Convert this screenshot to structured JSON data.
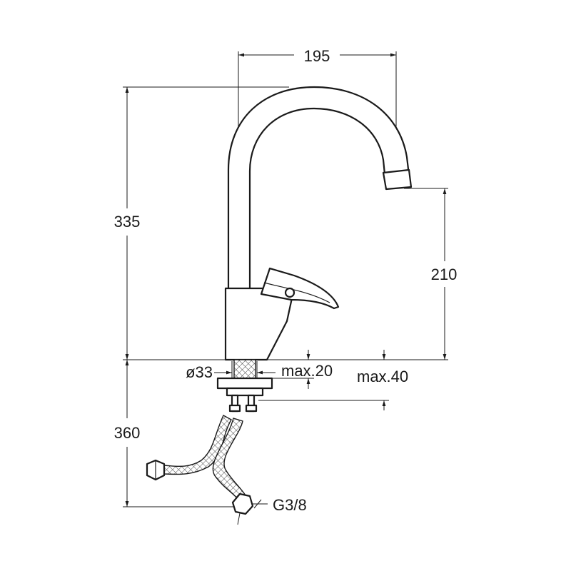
{
  "dimensions": {
    "spout_reach": "195",
    "total_height": "335",
    "outlet_height": "210",
    "hose_length": "360",
    "hole_diameter": "ø33",
    "max_thickness_1": "max.20",
    "max_thickness_2": "max.40",
    "thread": "G3/8"
  },
  "colors": {
    "line": "#1a1a1a",
    "background": "#ffffff"
  }
}
